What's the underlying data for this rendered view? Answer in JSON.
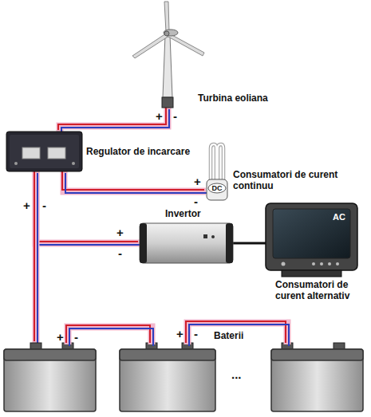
{
  "diagram": {
    "nodes": [
      {
        "text": [
          "Turbina eoliana"
        ]
      },
      {
        "text": [
          "Regulator de incarcare"
        ]
      },
      {
        "text": [
          "DC",
          "Consumatori de curent continuu"
        ]
      },
      {
        "text": [
          "Invertor"
        ]
      },
      {
        "text": [
          "AC",
          "Consumatori de curent alternativ"
        ]
      },
      {
        "text": [
          "Baterii"
        ]
      }
    ],
    "edges": [
      {
        "from": 0,
        "to": 1,
        "arrow": "none"
      },
      {
        "from": 1,
        "to": 2,
        "arrow": "none"
      },
      {
        "from": 1,
        "to": 3,
        "arrow": "none"
      },
      {
        "from": 1,
        "to": 5,
        "arrow": "none"
      },
      {
        "from": 3,
        "to": 4,
        "arrow": "none"
      }
    ],
    "labels": [
      "+",
      "-",
      "+",
      "-",
      "+",
      "-",
      "+",
      "-",
      "+",
      "-",
      "+",
      "-",
      "..."
    ]
  }
}
